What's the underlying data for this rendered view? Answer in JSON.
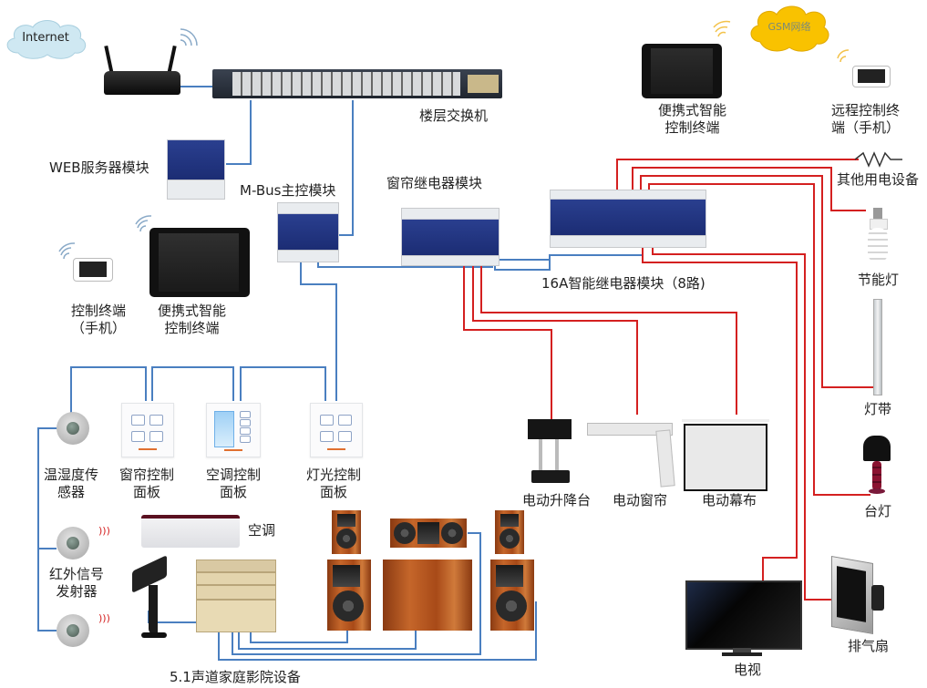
{
  "title": "智能家居系统拓扑图",
  "colors": {
    "bus_wire": "#4a7fc0",
    "power_wire": "#d42020",
    "module_blue": "#1f3380",
    "internet_cloud": "#cfe8f2",
    "gsm_cloud": "#f9c200"
  },
  "clouds": {
    "internet": "Internet",
    "gsm": "GSM网络"
  },
  "network": {
    "router_icon": "wifi-router-icon",
    "floor_switch": "楼层交换机",
    "web_server": "WEB服务器模块",
    "mbus_controller": "M-Bus主控模块",
    "curtain_relay": "窗帘继电器模块",
    "smart_relay": "16A智能继电器模块（8路)"
  },
  "terminals": {
    "remote_tablet": [
      "便携式智能",
      "控制终端"
    ],
    "remote_phone": [
      "远程控制终",
      "端（手机）"
    ],
    "local_phone": [
      "控制终端",
      "（手机）"
    ],
    "local_tablet": [
      "便携式智能",
      "控制终端"
    ]
  },
  "panels": {
    "sensor": [
      "温湿度传",
      "感器"
    ],
    "curtain": [
      "窗帘控制",
      "面板"
    ],
    "aircon": [
      "空调控制",
      "面板"
    ],
    "light": [
      "灯光控制",
      "面板"
    ],
    "ir": [
      "红外信号",
      "发射器"
    ]
  },
  "appliances": {
    "aircon": "空调",
    "home_theater": "5.1声道家庭影院设备",
    "lift": "电动升降台",
    "curtain": "电动窗帘",
    "screen": "电动幕布",
    "other": "其他用电设备",
    "cfl": "节能灯",
    "led_strip": "灯带",
    "table_lamp": "台灯",
    "tv": "电视",
    "exhaust_fan": "排气扇"
  }
}
